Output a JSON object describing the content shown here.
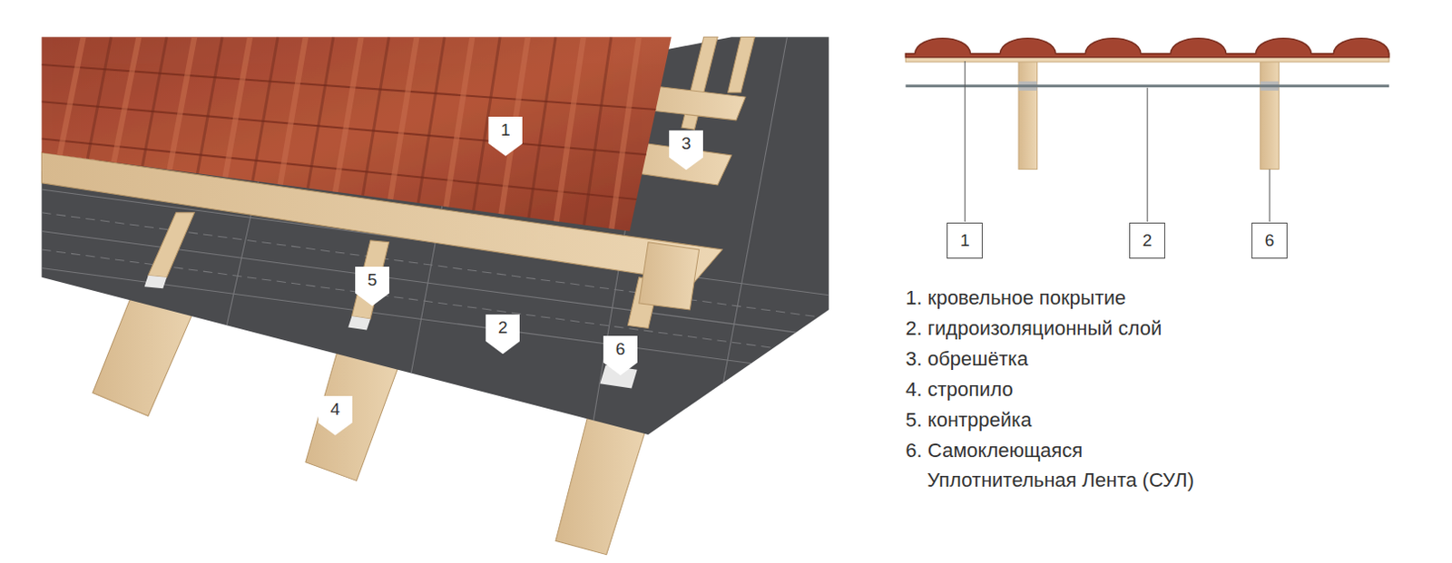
{
  "diagram": {
    "nodes": [
      {
        "text": [
          "1"
        ]
      },
      {
        "text": [
          "3"
        ]
      },
      {
        "text": [
          "5"
        ]
      },
      {
        "text": [
          "2"
        ]
      },
      {
        "text": [
          "6"
        ]
      },
      {
        "text": [
          "4"
        ]
      },
      {
        "text": [
          "1"
        ]
      },
      {
        "text": [
          "2"
        ]
      },
      {
        "text": [
          "6"
        ]
      }
    ],
    "labels": [
      "1. кровельное покрытие",
      "2. гидроизоляционный слой",
      "3. обрешётка",
      "4. стропило",
      "5. контррейка",
      "6. Самоклеющаяся Уплотнительная Лента (СУЛ)"
    ]
  }
}
